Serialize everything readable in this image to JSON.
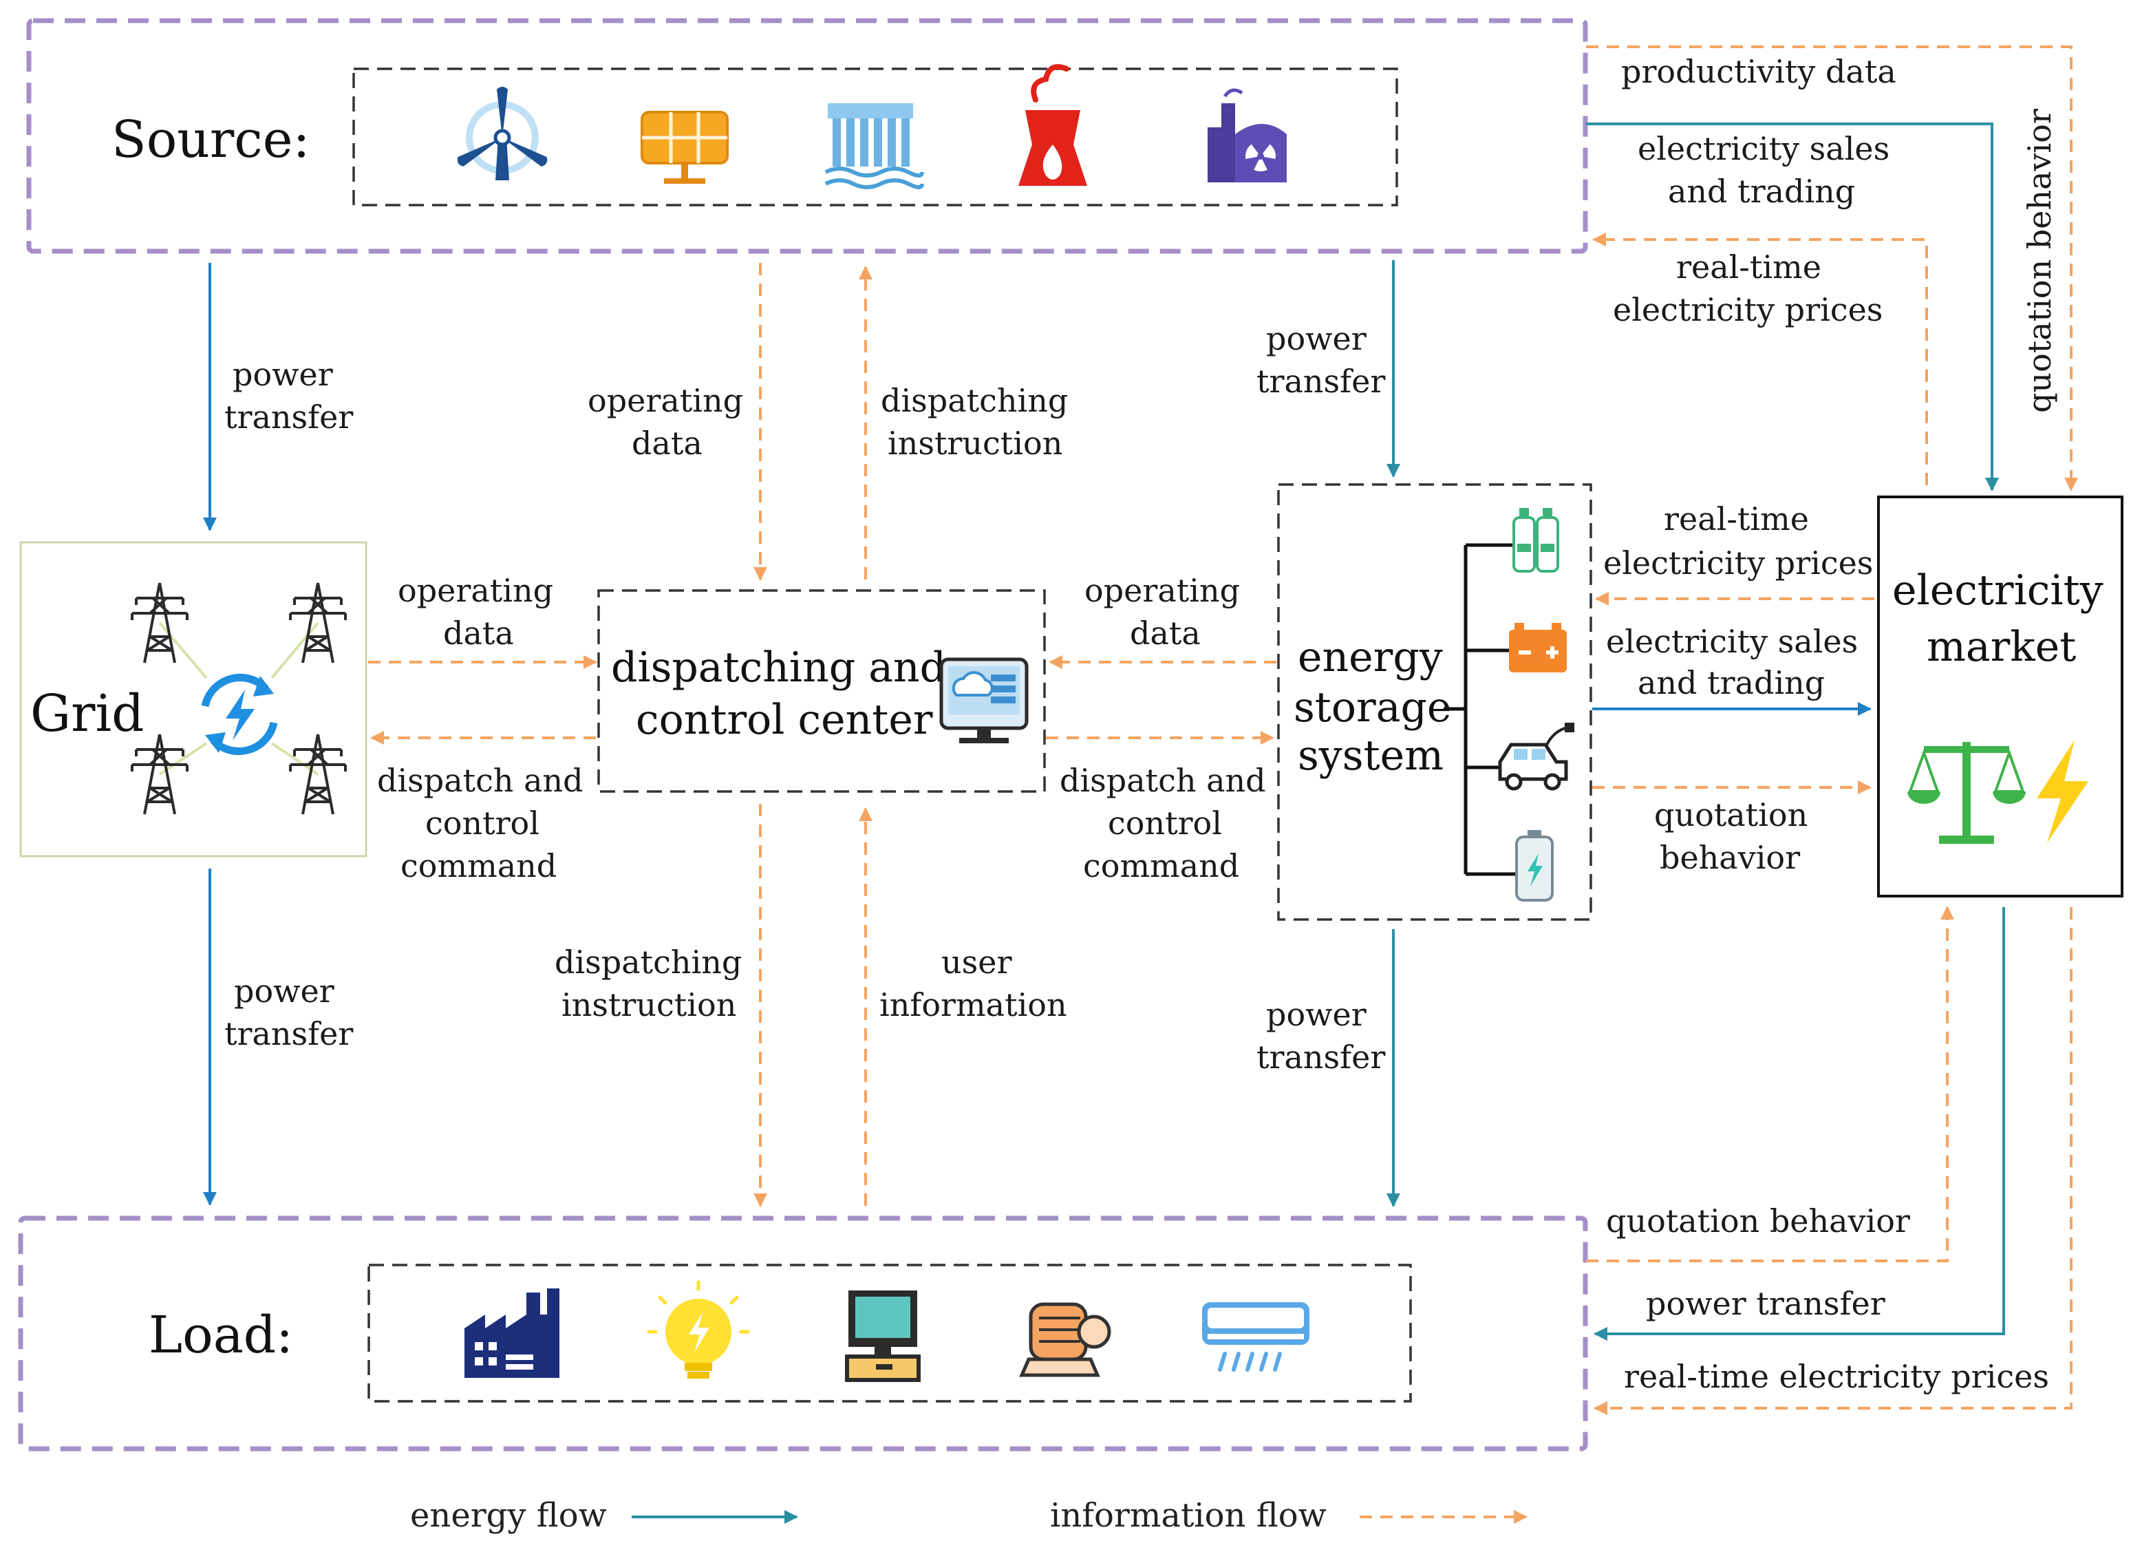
{
  "source": {
    "title": "Source:",
    "icons": [
      "wind-turbine-icon",
      "solar-panel-icon",
      "hydro-dam-icon",
      "thermal-plant-icon",
      "nuclear-plant-icon"
    ]
  },
  "load": {
    "title": "Load:",
    "icons": [
      "factory-icon",
      "light-bulb-icon",
      "computer-icon",
      "motor-icon",
      "air-conditioner-icon"
    ]
  },
  "grid": {
    "title": "Grid",
    "icons": [
      "transmission-tower-icon",
      "refresh-bolt-icon"
    ]
  },
  "dispatch": {
    "line1": "dispatching and",
    "line2": "control center",
    "icon": "monitor-cloud-icon"
  },
  "storage": {
    "line1": "energy",
    "line2": "storage",
    "line3": "system",
    "icons": [
      "hydrogen-tank-icon",
      "battery-icon",
      "electric-car-icon",
      "cell-battery-icon"
    ]
  },
  "market": {
    "line1": "electricity",
    "line2": "market",
    "icons": [
      "scales-icon",
      "lightning-icon"
    ]
  },
  "labels": {
    "src_grid_power_1": "power",
    "src_grid_power_2": "transfer",
    "grid_load_power_1": "power",
    "grid_load_power_2": "transfer",
    "src_dc_operating_1": "operating",
    "src_dc_operating_2": "data",
    "dc_src_instruction_1": "dispatching",
    "dc_src_instruction_2": "instruction",
    "grid_dc_operating_1": "operating",
    "grid_dc_operating_2": "data",
    "dc_grid_command_1": "dispatch and",
    "dc_grid_command_2": "control",
    "dc_grid_command_3": "command",
    "ess_dc_operating_1": "operating",
    "ess_dc_operating_2": "data",
    "dc_ess_command_1": "dispatch and",
    "dc_ess_command_2": "control",
    "dc_ess_command_3": "command",
    "dc_load_instruction_1": "dispatching",
    "dc_load_instruction_2": "instruction",
    "load_dc_user_1": "user",
    "load_dc_user_2": "information",
    "src_ess_power_1": "power",
    "src_ess_power_2": "transfer",
    "ess_load_power_1": "power",
    "ess_load_power_2": "transfer",
    "productivity": "productivity data",
    "sales_top_1": "electricity sales",
    "sales_top_2": "and trading",
    "prices_top_1": "real-time",
    "prices_top_2": "electricity prices",
    "quotation_top": "quotation behavior",
    "prices_ess_1": "real-time",
    "prices_ess_2": "electricity prices",
    "sales_ess_1": "electricity sales",
    "sales_ess_2": "and trading",
    "quotation_ess_1": "quotation",
    "quotation_ess_2": "behavior",
    "quotation_load": "quotation behavior",
    "power_load": "power transfer",
    "prices_load": "real-time electricity prices"
  },
  "legend": {
    "energy": "energy flow",
    "info": "information flow"
  },
  "colors": {
    "energy": "#2b8fa3",
    "energy_blue": "#1f7fc4",
    "info": "#f4a460",
    "container": "#a48fc8",
    "frame": "#333333"
  }
}
